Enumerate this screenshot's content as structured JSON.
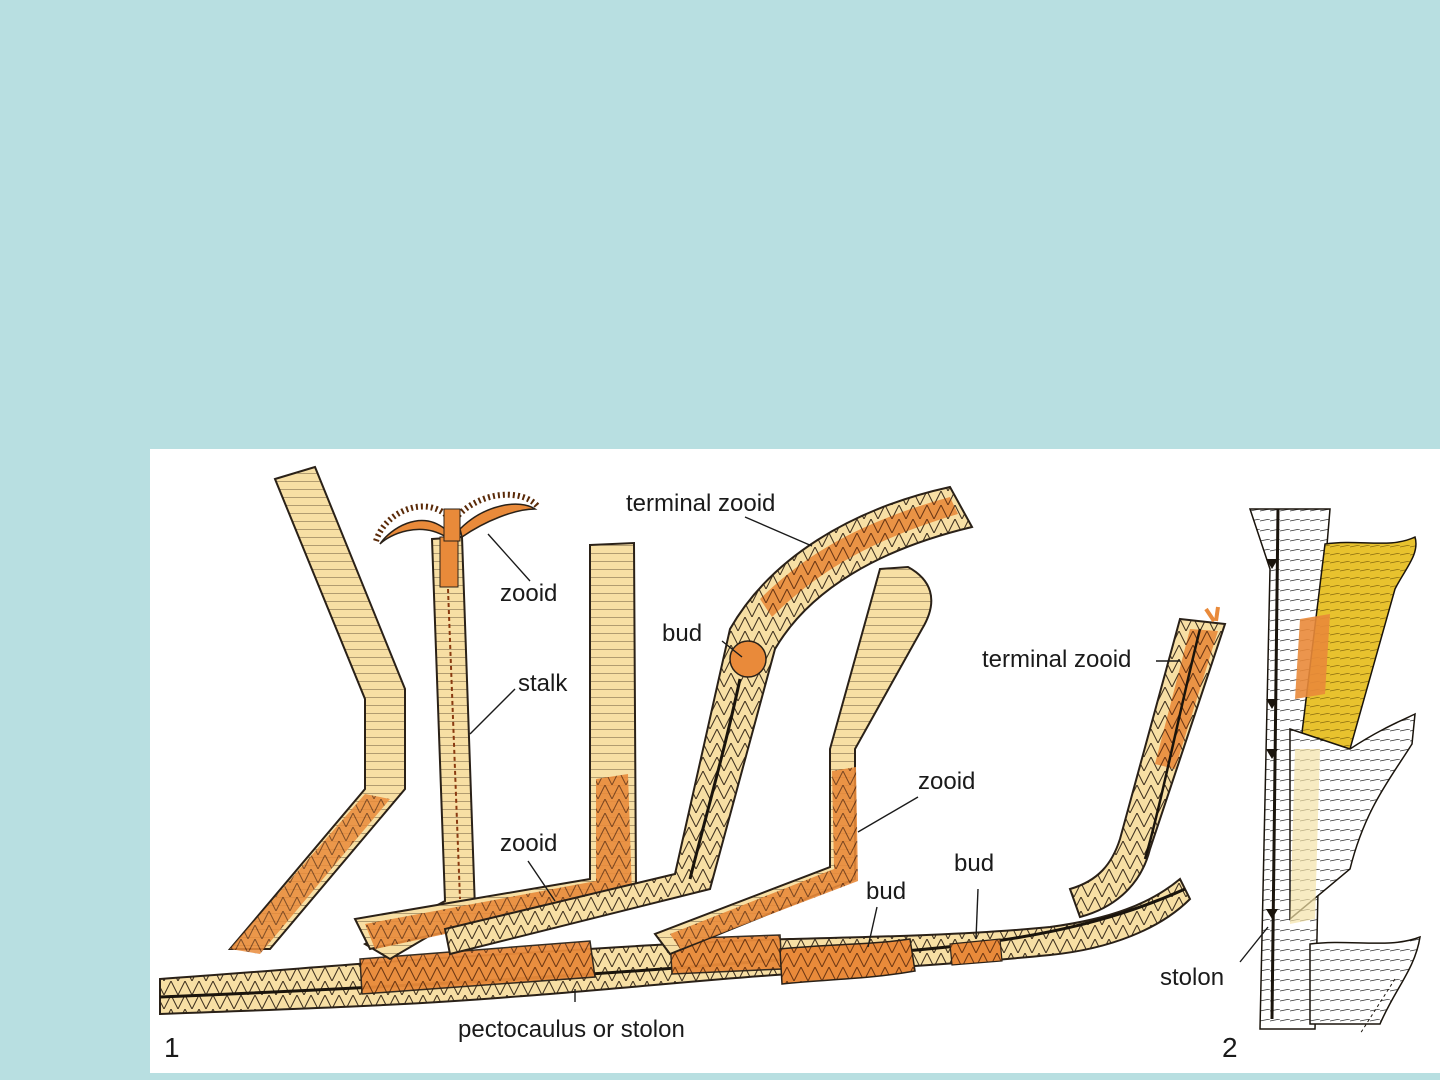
{
  "figure": {
    "panel_1_number": "1",
    "panel_2_number": "2",
    "labels": {
      "terminal_zooid_1": "terminal zooid",
      "zooid_top": "zooid",
      "bud_upper": "bud",
      "stalk": "stalk",
      "terminal_zooid_2": "terminal zooid",
      "zooid_right": "zooid",
      "zooid_lower": "zooid",
      "bud_mid": "bud",
      "bud_right": "bud",
      "pectocaulus": "pectocaulus or stolon",
      "stolon": "stolon"
    },
    "colors": {
      "background": "#b8dfe1",
      "panel": "#ffffff",
      "tube_fill": "#f7dfa4",
      "zooid_fill": "#e98a3a",
      "yellow_fill": "#e8c22e",
      "outline": "#2a2118"
    }
  }
}
